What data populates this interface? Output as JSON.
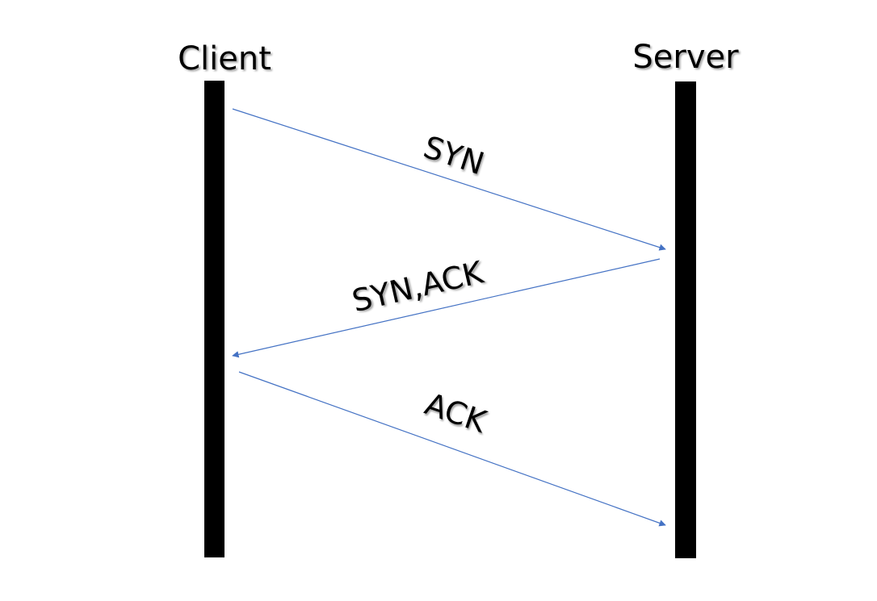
{
  "participants": {
    "client": {
      "label": "Client"
    },
    "server": {
      "label": "Server"
    }
  },
  "messages": [
    {
      "label": "SYN",
      "from": "client",
      "to": "server"
    },
    {
      "label": "SYN,ACK",
      "from": "server",
      "to": "client"
    },
    {
      "label": "ACK",
      "from": "client",
      "to": "server"
    }
  ],
  "colors": {
    "lifeline": "#000000",
    "arrow": "#4472C4",
    "text": "#000000"
  }
}
